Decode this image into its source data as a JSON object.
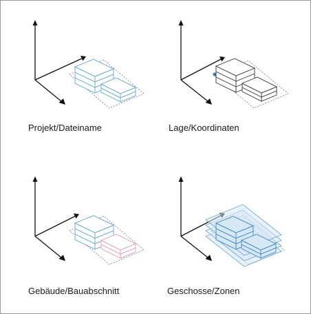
{
  "panels": [
    {
      "caption": "Projekt/Dateiname"
    },
    {
      "caption": "Lage/Koordinaten"
    },
    {
      "caption": "Gebäude/Bauabschnitt"
    },
    {
      "caption": "Geschosse/Zonen"
    }
  ],
  "colors": {
    "axis": "#111111",
    "blue": "#6aaed6",
    "blue_fill": "#d7e8f5",
    "pink": "#e6a3b8",
    "dark": "#333333",
    "dashed": "#7a7a7a",
    "dot": "#2b7bbf"
  }
}
